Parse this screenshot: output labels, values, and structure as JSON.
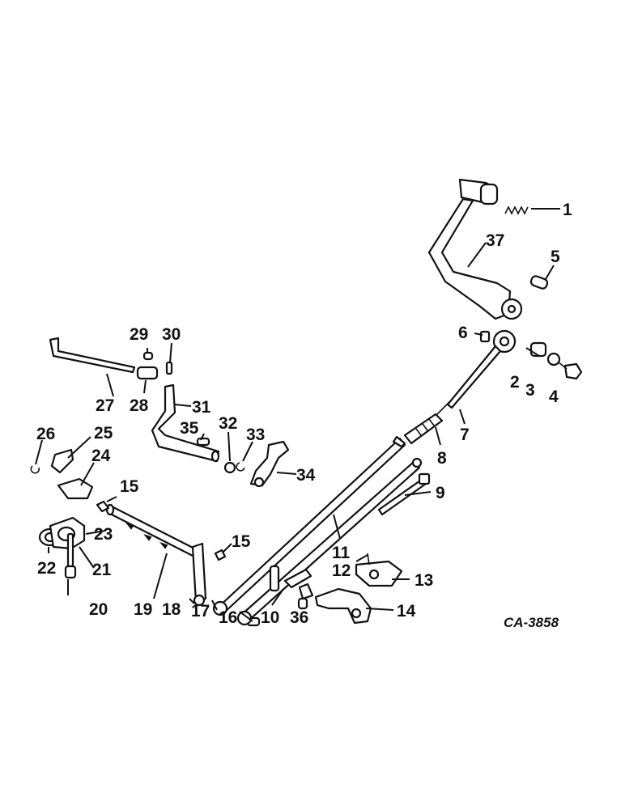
{
  "diagram": {
    "code": "CA-3858",
    "callouts": [
      "1",
      "2",
      "3",
      "4",
      "5",
      "6",
      "7",
      "8",
      "9",
      "10",
      "11",
      "12",
      "13",
      "14",
      "15",
      "15",
      "16",
      "17",
      "18",
      "19",
      "20",
      "21",
      "22",
      "23",
      "24",
      "25",
      "26",
      "27",
      "28",
      "29",
      "30",
      "31",
      "32",
      "33",
      "34",
      "35",
      "36",
      "37"
    ]
  }
}
